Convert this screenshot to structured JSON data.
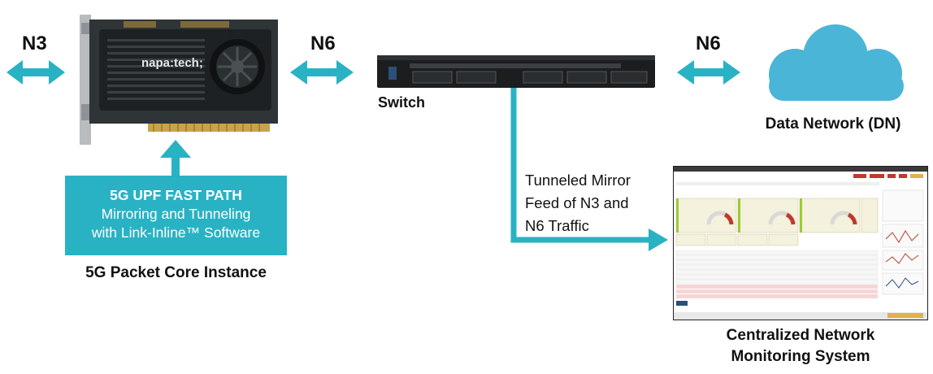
{
  "labels": {
    "n3": "N3",
    "n6_left": "N6",
    "n6_right": "N6",
    "brand": "napa:tech;",
    "switch": "Switch",
    "data_network": "Data Network (DN)",
    "packet_core": "5G Packet Core Instance",
    "monitoring_line1": "Centralized Network",
    "monitoring_line2": "Monitoring System"
  },
  "callout": {
    "line1": "5G UPF FAST PATH",
    "line2": "Mirroring and Tunneling",
    "line3": "with Link-Inline™ Software"
  },
  "feed": {
    "line1": "Tunneled Mirror",
    "line2": "Feed of N3 and",
    "line3": "N6 Traffic"
  },
  "colors": {
    "accent": "#29b2c4",
    "cloud": "#4bb5d8",
    "text": "#111111"
  }
}
